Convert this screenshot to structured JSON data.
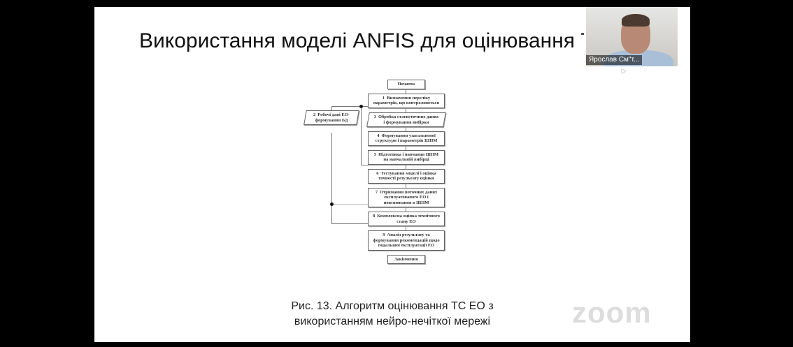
{
  "slide": {
    "title": "Використання моделі ANFIS для оцінювання ТС",
    "caption_line1": "Рис. 13. Алгоритм оцінювання ТС ЕО з",
    "caption_line2": "використанням нейро-нечіткої мережі",
    "watermark": "zoom"
  },
  "flowchart": {
    "start": "Початок",
    "end": "Закінчення",
    "steps": [
      {
        "n": "1",
        "text": "Визначення переліку параметрів, що контролюються"
      },
      {
        "n": "2",
        "text": "Робочі дані ЕО-формування БД"
      },
      {
        "n": "3",
        "text": "Обробка статистичних даних і формування вибірки"
      },
      {
        "n": "4",
        "text": "Формування узагальненої структури і параметрів ШНМ"
      },
      {
        "n": "5",
        "text": "Підготовка і навчання ШНМ на навчальній вибірці"
      },
      {
        "n": "6",
        "text": "Тестування моделі і оцінка точності результату оцінки"
      },
      {
        "n": "7",
        "text": "Отримання поточних даних експлуатованого ЕО і пояснювання в ШНМ"
      },
      {
        "n": "8",
        "text": "Комплексна оцінка технічного стану ЕО"
      },
      {
        "n": "9",
        "text": "Аналіз результату та формування рекомендацій щодо подальшої експлуатації ЕО"
      }
    ]
  },
  "video": {
    "participant_name": "Ярослав См\"т..."
  }
}
